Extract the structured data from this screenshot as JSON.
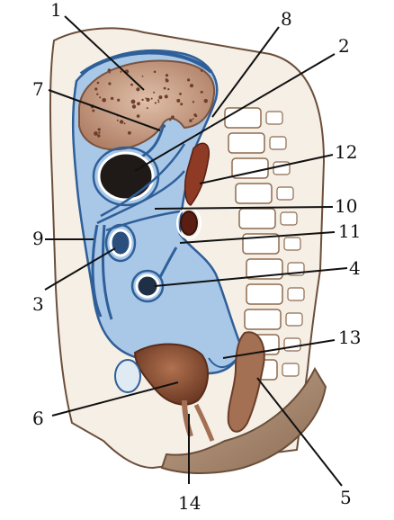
{
  "colors": {
    "peritoneum": "#a9c8e8",
    "peritoneum_dark": "#2f5f98",
    "liver": "#c79c84",
    "liver_spots": "#6e3f2c",
    "viscera_dark": "#1f1a18",
    "pancreas": "#8f3a24",
    "bladder": "#8a4e34",
    "uterus": "#a47053",
    "spine": "#ffffff",
    "spine_outline": "#8d6b4f",
    "skin": "#f6efe6",
    "body_outline": "#6b4f3a",
    "pelvic_floor": "#a78a72"
  },
  "labels": [
    {
      "id": "1",
      "text": "1"
    },
    {
      "id": "2",
      "text": "2"
    },
    {
      "id": "3",
      "text": "3"
    },
    {
      "id": "4",
      "text": "4"
    },
    {
      "id": "5",
      "text": "5"
    },
    {
      "id": "6",
      "text": "6"
    },
    {
      "id": "7",
      "text": "7"
    },
    {
      "id": "8",
      "text": "8"
    },
    {
      "id": "9",
      "text": "9"
    },
    {
      "id": "10",
      "text": "10"
    },
    {
      "id": "11",
      "text": "11"
    },
    {
      "id": "12",
      "text": "12"
    },
    {
      "id": "13",
      "text": "13"
    },
    {
      "id": "14",
      "text": "14"
    }
  ]
}
